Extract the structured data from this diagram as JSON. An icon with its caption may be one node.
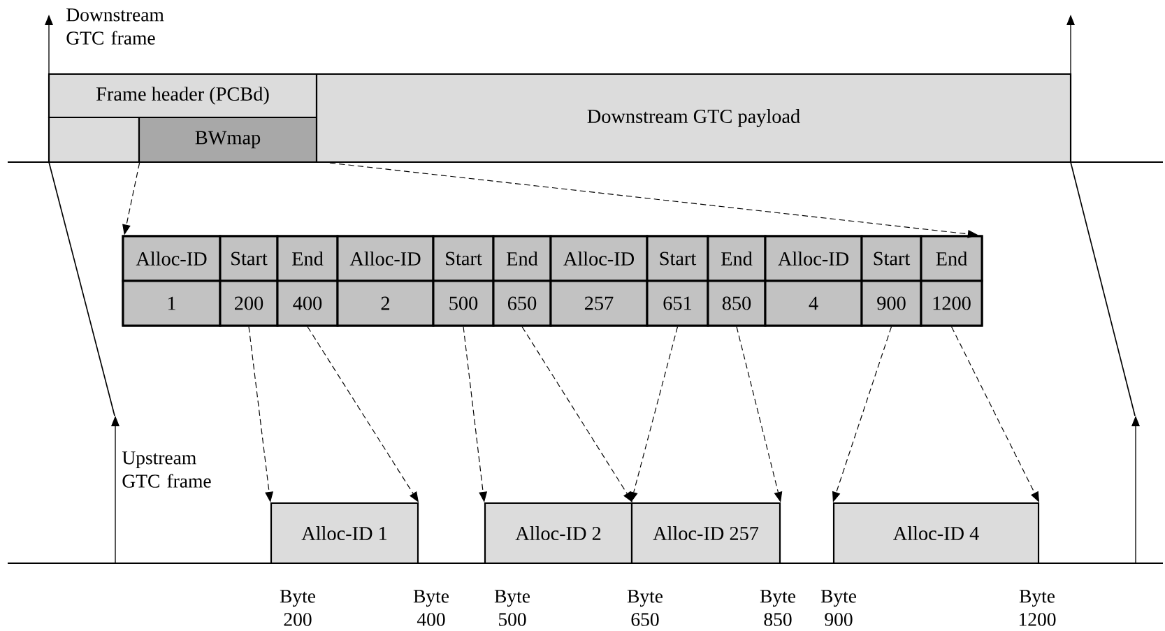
{
  "diagram": {
    "nodes": [
      {
        "text": [
          "Frame header (PCBd)"
        ]
      },
      {
        "text": [],
        "shape": "box"
      },
      {
        "text": [
          "BWmap"
        ]
      },
      {
        "text": [
          "Downstream GTC payload"
        ]
      },
      {
        "text": [],
        "shape": "box"
      },
      {
        "text": [
          "Alloc-ID"
        ],
        "in": 4
      },
      {
        "text": [
          "Start"
        ],
        "in": 4
      },
      {
        "text": [
          "End"
        ],
        "in": 4
      },
      {
        "text": [
          "Alloc-ID"
        ],
        "in": 4
      },
      {
        "text": [
          "Start"
        ],
        "in": 4
      },
      {
        "text": [
          "End"
        ],
        "in": 4
      },
      {
        "text": [
          "Alloc-ID"
        ],
        "in": 4
      },
      {
        "text": [
          "Start"
        ],
        "in": 4
      },
      {
        "text": [
          "End"
        ],
        "in": 4
      },
      {
        "text": [
          "Alloc-ID"
        ],
        "in": 4
      },
      {
        "text": [
          "Start"
        ],
        "in": 4
      },
      {
        "text": [
          "End"
        ],
        "in": 4
      },
      {
        "text": [
          "1"
        ],
        "in": 4
      },
      {
        "text": [
          "200"
        ],
        "in": 4
      },
      {
        "text": [
          "400"
        ],
        "in": 4
      },
      {
        "text": [
          "2"
        ],
        "in": 4
      },
      {
        "text": [
          "500"
        ],
        "in": 4
      },
      {
        "text": [
          "650"
        ],
        "in": 4
      },
      {
        "text": [
          "257"
        ],
        "in": 4
      },
      {
        "text": [
          "651"
        ],
        "in": 4
      },
      {
        "text": [
          "850"
        ],
        "in": 4
      },
      {
        "text": [
          "4"
        ],
        "in": 4
      },
      {
        "text": [
          "900"
        ],
        "in": 4
      },
      {
        "text": [
          "1200"
        ],
        "in": 4
      },
      {
        "text": [
          "Alloc-ID 1"
        ]
      },
      {
        "text": [
          "Alloc-ID 2"
        ]
      },
      {
        "text": [
          "Alloc-ID 257"
        ]
      },
      {
        "text": [
          "Alloc-ID 4"
        ]
      }
    ],
    "edges": [
      {
        "from": 2,
        "to": 4,
        "arrow": "to",
        "style": "dashed"
      },
      {
        "from": 3,
        "to": 4,
        "arrow": "to",
        "style": "dashed"
      },
      {
        "from": 18,
        "to": 29,
        "arrow": "to",
        "style": "dashed"
      },
      {
        "from": 19,
        "to": 29,
        "arrow": "to",
        "style": "dashed"
      },
      {
        "from": 21,
        "to": 30,
        "arrow": "to",
        "style": "dashed"
      },
      {
        "from": 22,
        "to": 30,
        "arrow": "to",
        "style": "dashed"
      },
      {
        "from": 24,
        "to": 31,
        "arrow": "to",
        "style": "dashed"
      },
      {
        "from": 25,
        "to": 31,
        "arrow": "to",
        "style": "dashed"
      },
      {
        "from": 27,
        "to": 32,
        "arrow": "to",
        "style": "dashed"
      },
      {
        "from": 28,
        "to": 32,
        "arrow": "to",
        "style": "dashed"
      }
    ],
    "labels": [
      "Downstream GTC frame",
      "Upstream GTC frame",
      "Byte 200",
      "Byte 400",
      "Byte 500",
      "Byte 650",
      "Byte 850",
      "Byte 900",
      "Byte 1200"
    ]
  }
}
